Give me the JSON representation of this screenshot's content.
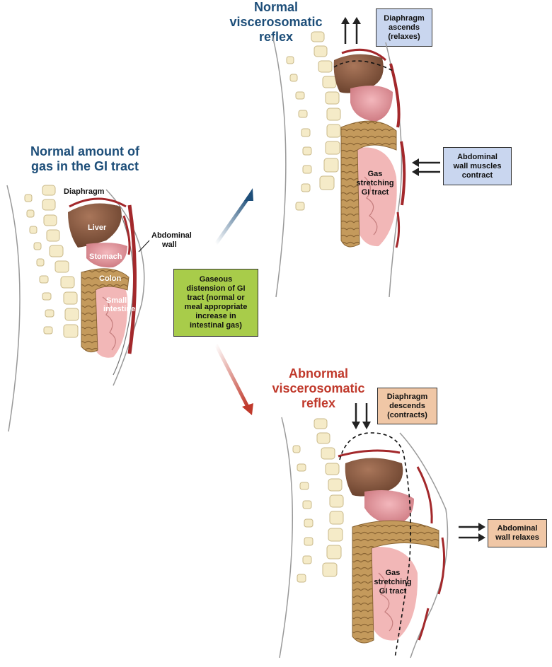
{
  "colors": {
    "normal_title": "#1d4e79",
    "abnormal_title": "#c0392b",
    "blue_box": "#c9d6ef",
    "green_box": "#a8cc4a",
    "peach_box": "#f0c7a6",
    "muscle": "#a3282b",
    "liver": "#8a5a3e",
    "stomach": "#e79aa1",
    "colon": "#b58a4d",
    "intestine": "#f2b7b7",
    "vertebra": "#f5ebc8"
  },
  "left": {
    "title": "Normal amount of\ngas in the GI tract",
    "labels": {
      "diaphragm": "Diaphragm",
      "liver": "Liver",
      "stomach": "Stomach",
      "colon": "Colon",
      "small_intestine": "Small\nintestine",
      "abdominal_wall": "Abdominal\nwall"
    }
  },
  "center_box": "Gaseous\ndistension of GI\ntract (normal or\nmeal appropriate\nincrease in\nintestinal gas)",
  "top": {
    "title": "Normal\nviscerosomatic\nreflex",
    "diaphragm_box": "Diaphragm\nascends\n(relaxes)",
    "wall_box": "Abdominal\nwall muscles\ncontract",
    "gas_label": "Gas\nstretching\nGI tract"
  },
  "bottom": {
    "title": "Abnormal\nviscerosomatic\nreflex",
    "diaphragm_box": "Diaphragm\ndescends\n(contracts)",
    "wall_box": "Abdominal\nwall relaxes",
    "gas_label": "Gas\nstretching\nGI tract"
  }
}
